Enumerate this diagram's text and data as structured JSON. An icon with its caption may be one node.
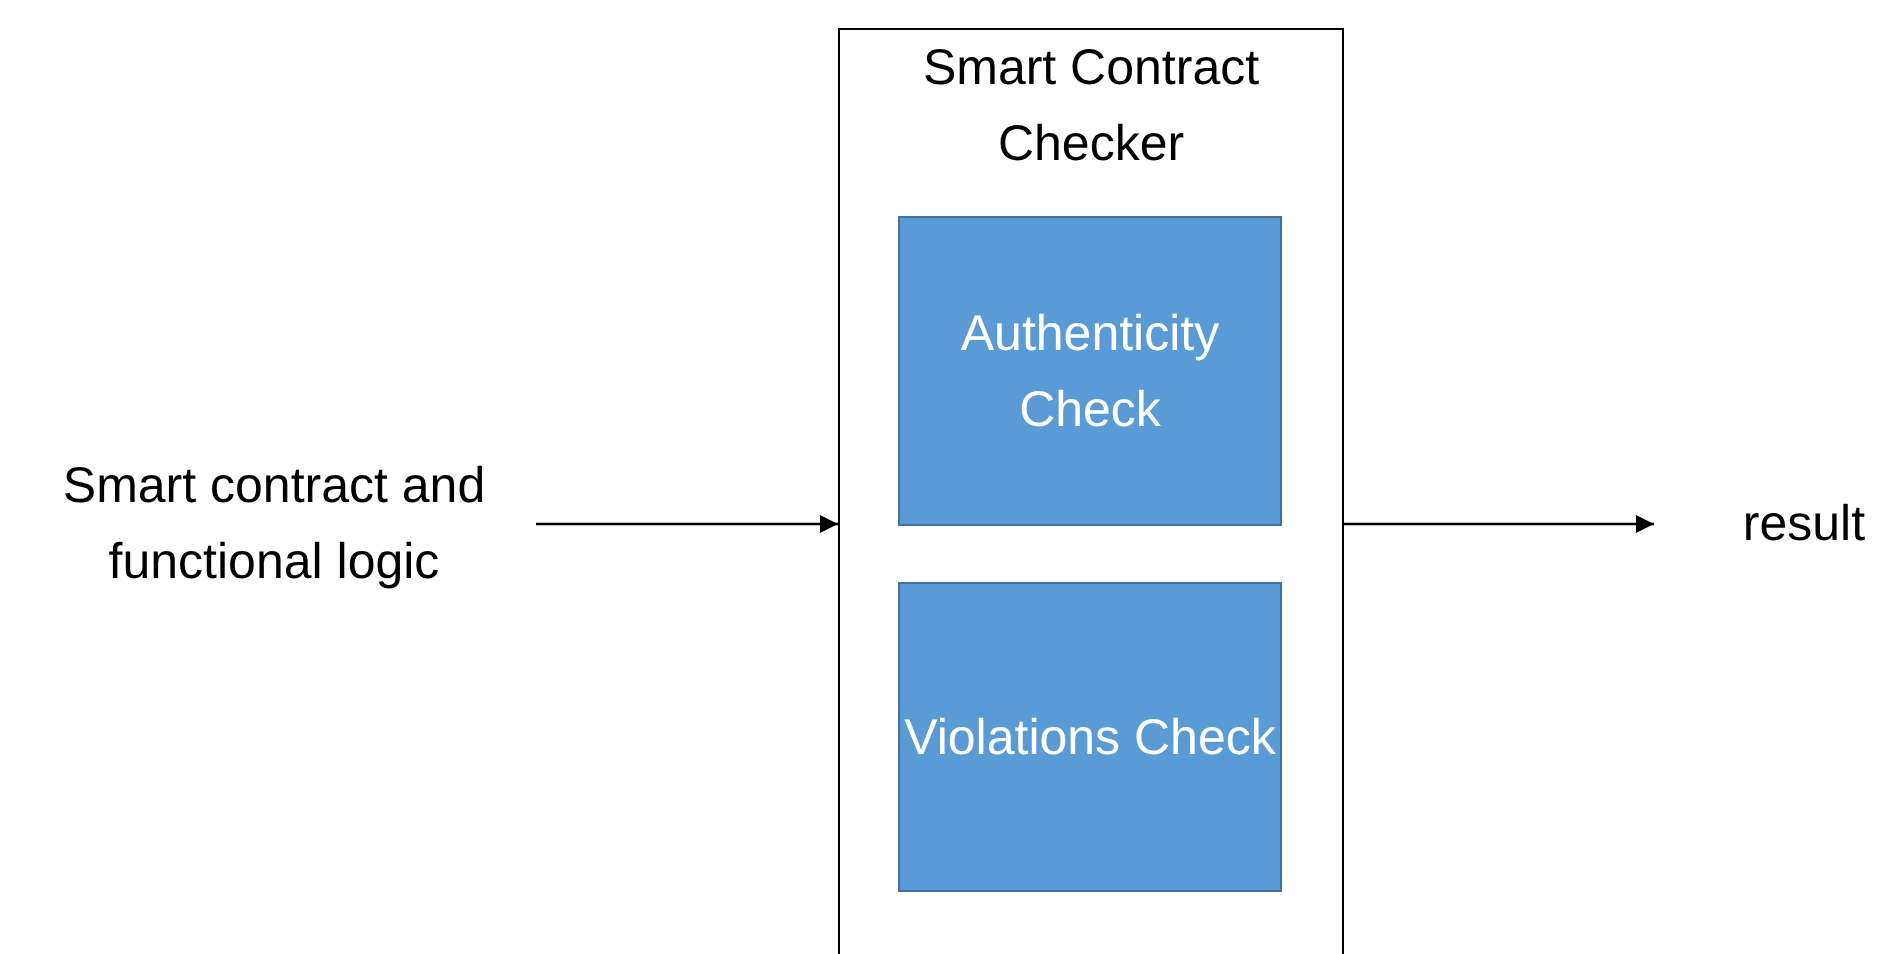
{
  "diagram": {
    "nodes": [
      {
        "text": [
          "Smart contract and functional logic"
        ]
      },
      {
        "text": [
          "Smart Contract Checker"
        ]
      },
      {
        "text": [
          "Authenticity Check"
        ],
        "in": 1
      },
      {
        "text": [
          "Violations Check"
        ],
        "in": 1
      },
      {
        "text": [
          "result"
        ]
      }
    ],
    "edges": [
      {
        "from": 0,
        "to": 1,
        "arrow": "to"
      },
      {
        "from": 1,
        "to": 4,
        "arrow": "to"
      }
    ]
  }
}
